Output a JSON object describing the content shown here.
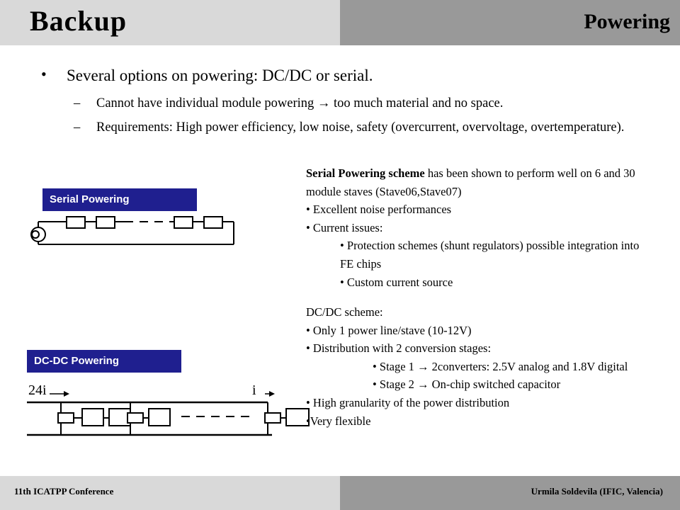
{
  "header": {
    "title": "Backup",
    "section": "Powering"
  },
  "bullets": {
    "main": "Several options on powering: DC/DC or serial.",
    "sub1": "Cannot have individual module powering → too much material and no space.",
    "sub2": "Requirements: High power efficiency,  low noise, safety (overcurrent, overvoltage, overtemperature)."
  },
  "serial": {
    "label": "Serial Powering",
    "heading_bold": "Serial Powering scheme",
    "heading_rest": " has been shown to perform well on 6 and 30 module staves (Stave06,Stave07)",
    "items": [
      "• Excellent noise performances",
      "• Current issues:"
    ],
    "subitems": [
      "• Protection schemes (shunt regulators) possible integration into FE chips",
      "• Custom current source"
    ]
  },
  "dcdc": {
    "label": "DC-DC Powering",
    "heading": "DC/DC scheme:",
    "items": [
      "• Only 1 power line/stave (10-12V)",
      "• Distribution with 2 conversion stages:"
    ],
    "subitems": [
      "• Stage 1 → 2converters: 2.5V analog and 1.8V digital",
      "• Stage 2 → On-chip switched capacitor"
    ],
    "items2": [
      "• High granularity of the power distribution",
      "•Very flexible"
    ],
    "current_in": "24i",
    "current_out": "i"
  },
  "footer": {
    "left": "11th ICATPP Conference",
    "right": "Urmila Soldevila (IFIC, Valencia)"
  }
}
